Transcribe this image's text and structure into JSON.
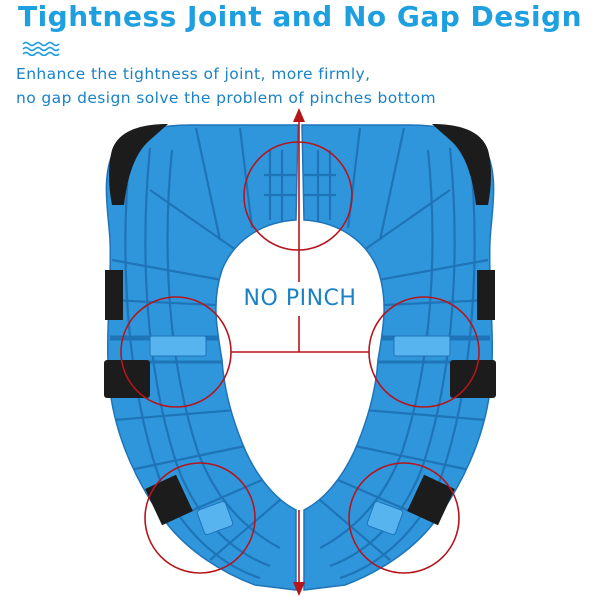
{
  "header": {
    "title": "Tightness Joint and No Gap Design",
    "line1": "Enhance the tightness of joint, more firmly,",
    "line2": "no gap design solve the problem of pinches bottom"
  },
  "product": {
    "center_label": "NO PINCH"
  },
  "colors": {
    "title": "#1e9fe0",
    "text": "#1a82c4",
    "seat": "#2f96dc",
    "seat_dark": "#1f74b8",
    "seat_light": "#57b4ef",
    "pad": "#1c1c1c",
    "annotation": "#b5151b"
  },
  "icons": {
    "title_decoration": "wave-lines-icon",
    "annotation": "double-arrow-icon"
  }
}
